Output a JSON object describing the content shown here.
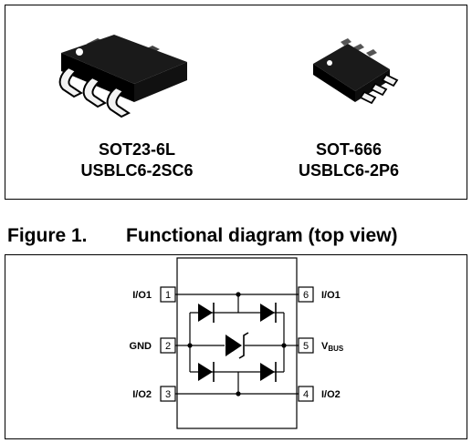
{
  "packages": [
    {
      "name": "SOT23-6L",
      "part": "USBLC6-2SC6"
    },
    {
      "name": "SOT-666",
      "part": "USBLC6-2P6"
    }
  ],
  "figure": {
    "number": "Figure 1.",
    "title": "Functional diagram (top view)"
  },
  "pins": [
    {
      "num": "1",
      "label": "I/O1"
    },
    {
      "num": "2",
      "label": "GND"
    },
    {
      "num": "3",
      "label": "I/O2"
    },
    {
      "num": "4",
      "label": "I/O2"
    },
    {
      "num": "5",
      "label": "V",
      "label_sub": "BUS"
    },
    {
      "num": "6",
      "label": "I/O1"
    }
  ]
}
